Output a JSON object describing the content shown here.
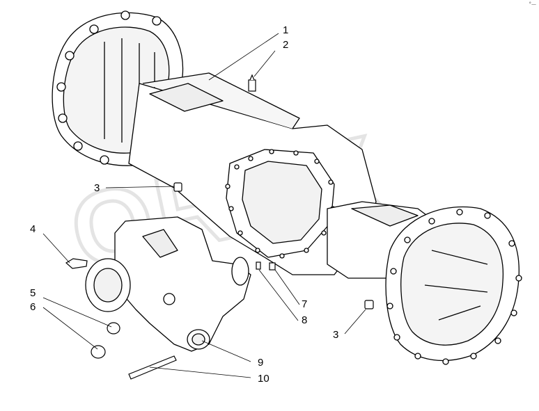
{
  "corner_mark": "°—",
  "watermark": {
    "text": "OREX",
    "color": "#d9d9d9"
  },
  "callouts": [
    {
      "id": "c1",
      "label": "1"
    },
    {
      "id": "c2",
      "label": "2"
    },
    {
      "id": "c3a",
      "label": "3"
    },
    {
      "id": "c4",
      "label": "4"
    },
    {
      "id": "c5",
      "label": "5"
    },
    {
      "id": "c6",
      "label": "6"
    },
    {
      "id": "c7",
      "label": "7"
    },
    {
      "id": "c8",
      "label": "8"
    },
    {
      "id": "c3b",
      "label": "3"
    },
    {
      "id": "c9",
      "label": "9"
    },
    {
      "id": "c10",
      "label": "10"
    }
  ],
  "colors": {
    "line": "#000000",
    "fill": "#ffffff",
    "shade": "#f2f2f2"
  }
}
